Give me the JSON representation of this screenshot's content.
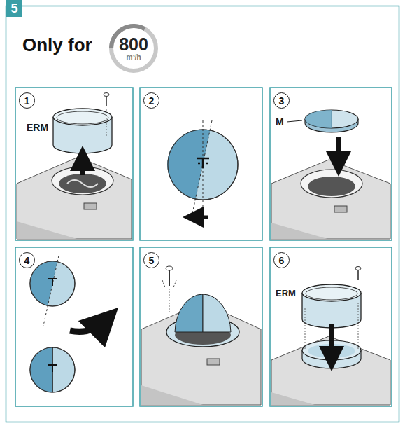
{
  "diagram": {
    "title": "Only for",
    "nodes": [
      {
        "text": [
          "5"
        ]
      },
      {
        "text": [
          "800",
          "m³/h"
        ]
      },
      {
        "text": [
          "1"
        ]
      },
      {
        "text": [
          "2"
        ]
      },
      {
        "text": [
          "3"
        ]
      },
      {
        "text": [
          "4"
        ]
      },
      {
        "text": [
          "5"
        ]
      },
      {
        "text": [
          "6"
        ]
      }
    ],
    "labels": [
      "ERM",
      "M",
      "ERM"
    ]
  }
}
